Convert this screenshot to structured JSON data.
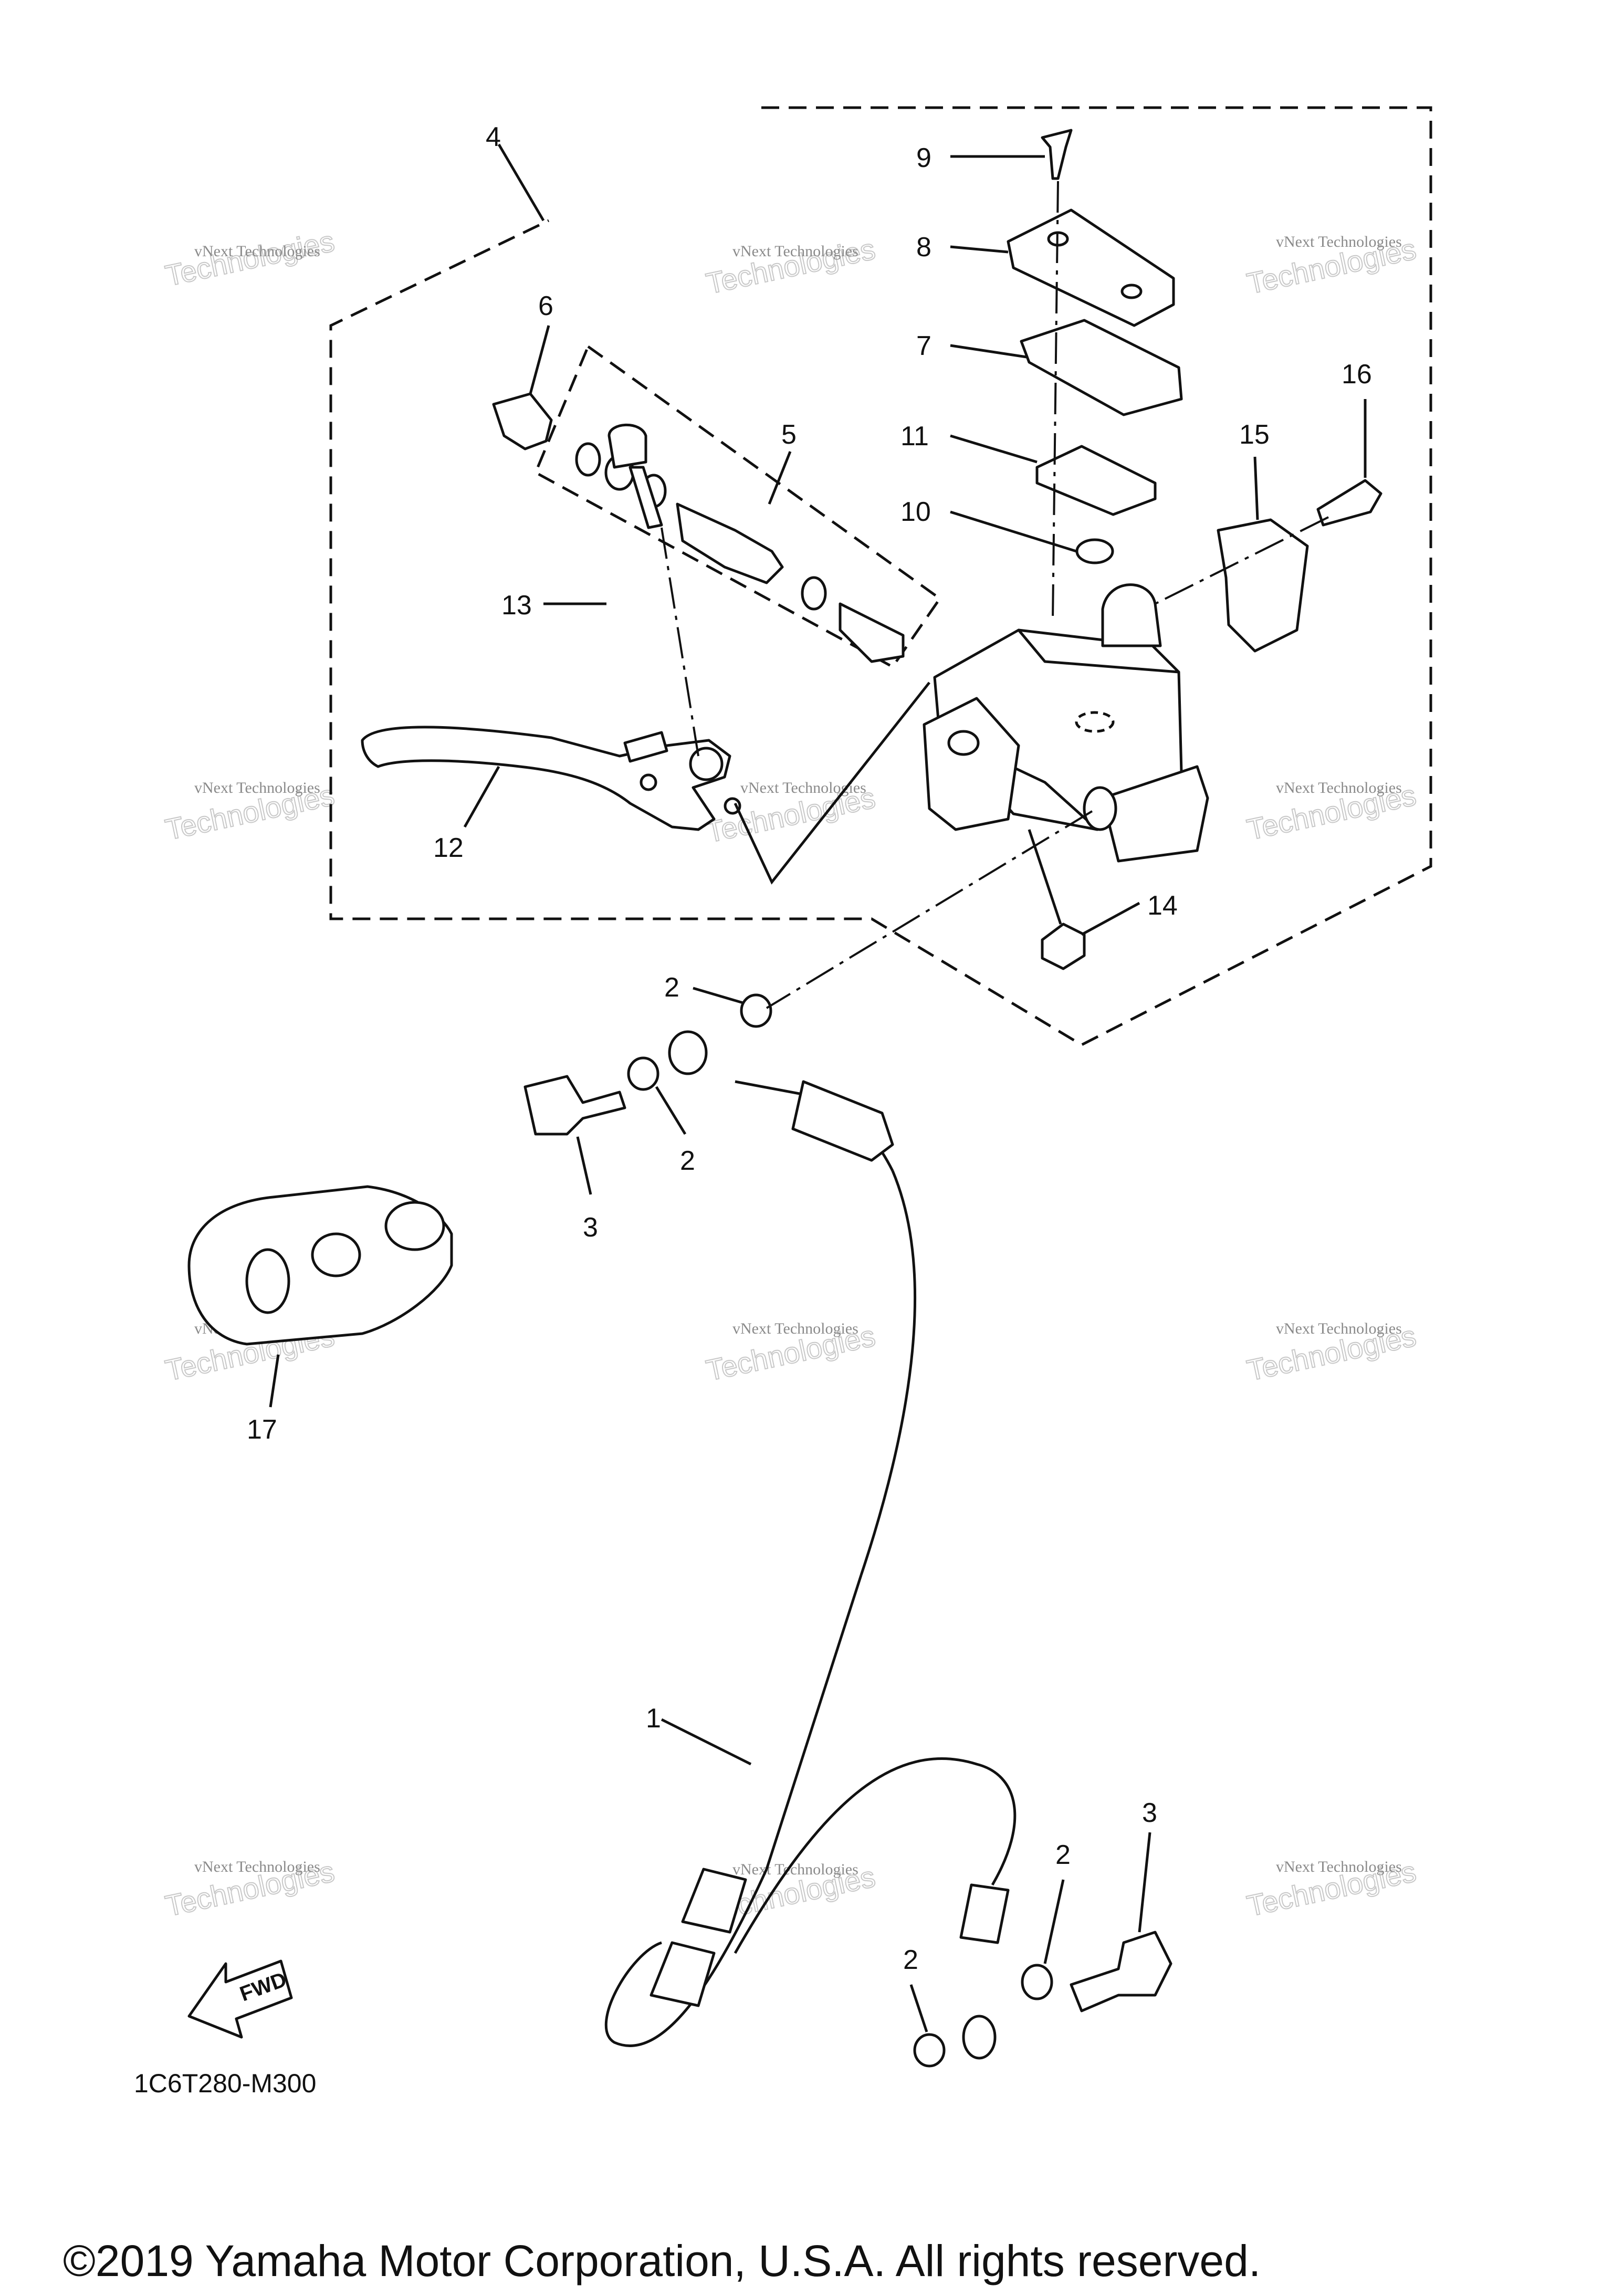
{
  "callouts": {
    "c1": "1",
    "c2a": "2",
    "c2b": "2",
    "c2c": "2",
    "c2d": "2",
    "c3a": "3",
    "c3b": "3",
    "c4": "4",
    "c5": "5",
    "c6": "6",
    "c7": "7",
    "c8": "8",
    "c9": "9",
    "c10": "10",
    "c11": "11",
    "c12": "12",
    "c13": "13",
    "c14": "14",
    "c15": "15",
    "c16": "16",
    "c17": "17"
  },
  "watermark": {
    "line1": "vNext Technologies",
    "line2": "Technologies"
  },
  "fwd_label": "FWD",
  "diagram_code": "1C6T280-M300",
  "copyright": "©2019 Yamaha Motor Corporation, U.S.A. All rights reserved."
}
